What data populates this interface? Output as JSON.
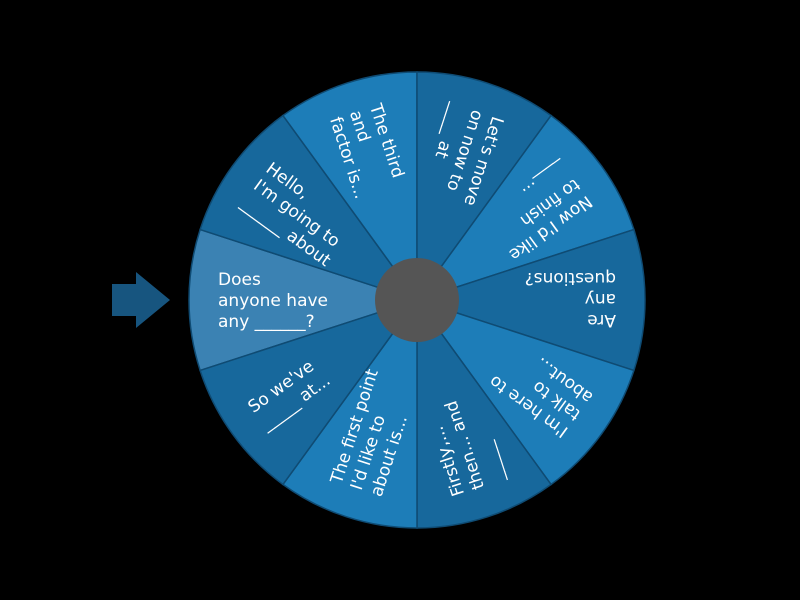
{
  "colors": {
    "background": "#000000",
    "segment_dark": "#17689c",
    "segment_light": "#1d7db8",
    "segment_selected": "#3b82b3",
    "segment_border": "#0f4b73",
    "hub": "#555555",
    "pointer": "#17557f",
    "text": "#ffffff"
  },
  "pointer": {
    "icon": "arrow-right-icon"
  },
  "wheel": {
    "selected_index": 0,
    "segments": [
      {
        "lines": [
          "Does",
          "anyone have",
          "any ______?"
        ]
      },
      {
        "lines": [
          "Hello,",
          "I'm going to",
          "______ about"
        ]
      },
      {
        "lines": [
          "The third",
          "and",
          "factor is..."
        ]
      },
      {
        "lines": [
          "Let's move",
          "on now to",
          "____ at"
        ]
      },
      {
        "lines": [
          "Now I'd like",
          "to finish",
          "____..."
        ]
      },
      {
        "lines": [
          "Are",
          "any",
          "questions?"
        ]
      },
      {
        "lines": [
          "I'm here to",
          "talk to",
          "about..."
        ]
      },
      {
        "lines": [
          "Firstly,...",
          "then... and",
          "_____"
        ]
      },
      {
        "lines": [
          "The first point",
          "I'd like to",
          "about is..."
        ]
      },
      {
        "lines": [
          "So we've",
          "_____ at..."
        ]
      }
    ]
  }
}
